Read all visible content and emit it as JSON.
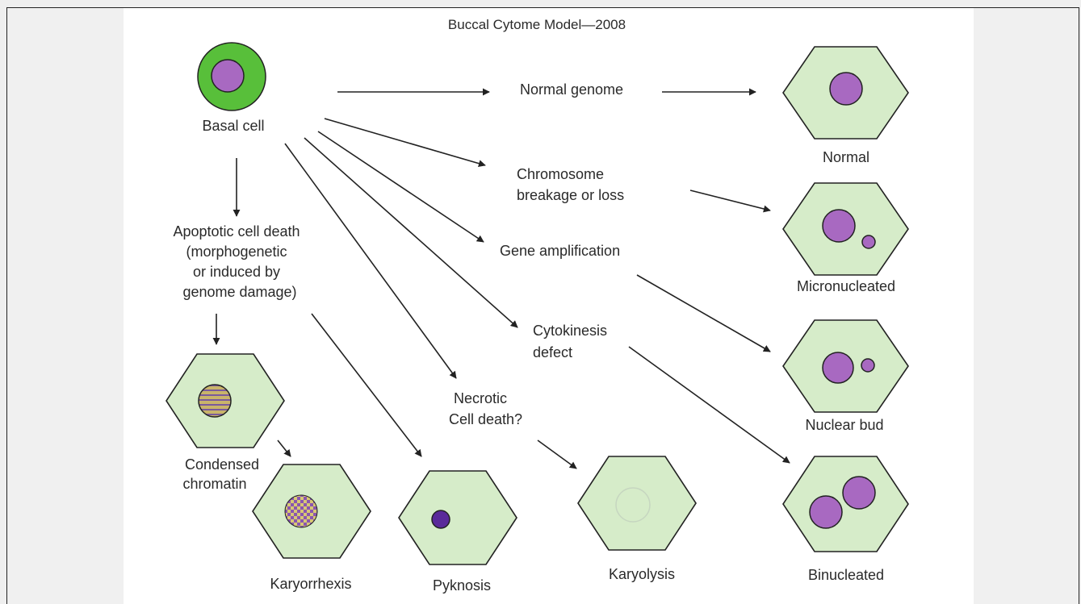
{
  "title": "Buccal Cytome Model—2008",
  "colors": {
    "cell_fill": "#d6ecc9",
    "cell_stroke": "#222222",
    "nucleus_fill": "#a869c1",
    "basal_outer": "#58bf3a",
    "pyknotic": "#5a2a9a",
    "condensed_stripe": "#c9b46a",
    "arrow": "#222222"
  },
  "nodes": {
    "basal_cell": "Basal cell",
    "normal_genome": "Normal genome",
    "chromosome_line1": "Chromosome",
    "chromosome_line2": "breakage or loss",
    "gene_amplification": "Gene amplification",
    "cytokinesis_line1": "Cytokinesis",
    "cytokinesis_line2": "defect",
    "necrotic_line1": "Necrotic",
    "necrotic_line2": "Cell death?",
    "apoptotic_line1": "Apoptotic cell death",
    "apoptotic_line2": "(morphogenetic",
    "apoptotic_line3": "or induced by",
    "apoptotic_line4": "genome damage)"
  },
  "outcomes": {
    "normal": "Normal",
    "micronucleated": "Micronucleated",
    "nuclear_bud": "Nuclear bud",
    "binucleated": "Binucleated",
    "condensed_line1": "Condensed",
    "condensed_line2": "chromatin",
    "karyorrhexis": "Karyorrhexis",
    "pyknosis": "Pyknosis",
    "karyolysis": "Karyolysis"
  }
}
